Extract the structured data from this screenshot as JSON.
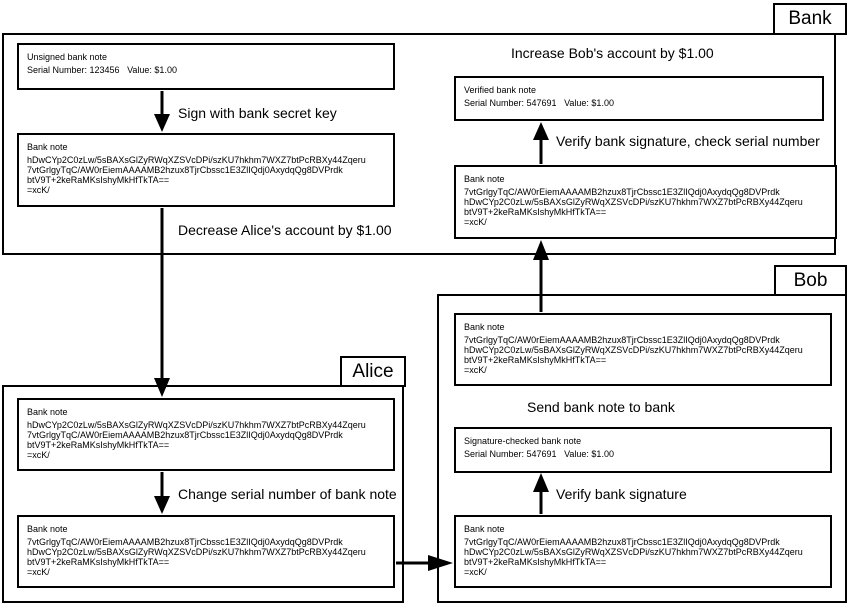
{
  "regions": {
    "bank": "Bank",
    "alice": "Alice",
    "bob": "Bob"
  },
  "notes": {
    "unsigned": {
      "title": "Unsigned bank note",
      "serial_label": "Serial Number: 123456",
      "value_label": "Value: $1.00"
    },
    "bank_signed": {
      "title": "Bank note",
      "lines": [
        "hDwCYp2C0zLw/5sBAXsGlZyRWqXZSVcDPi/szKU7hkhm7WXZ7btPcRBXy44Zqeru",
        "7vtGrlgyTqC/AW0rEiemAAAAMB2hzux8TjrCbssc1E3ZlIQdj0AxydqQg8DVPrdk",
        "btV9T+2keRaMKsIshyMkHfTkTA==",
        "=xcK/"
      ]
    },
    "bank_received": {
      "title": "Bank note",
      "lines": [
        "7vtGrlgyTqC/AW0rEiemAAAAMB2hzux8TjrCbssc1E3ZlIQdj0AxydqQg8DVPrdk",
        "hDwCYp2C0zLw/5sBAXsGlZyRWqXZSVcDPi/szKU7hkhm7WXZ7btPcRBXy44Zqeru",
        "btV9T+2keRaMKsIshyMkHfTkTA==",
        "=xcK/"
      ]
    },
    "verified": {
      "title": "Verified bank note",
      "serial_label": "Serial Number: 547691",
      "value_label": "Value: $1.00"
    },
    "alice_received": {
      "title": "Bank note",
      "lines": [
        "hDwCYp2C0zLw/5sBAXsGlZyRWqXZSVcDPi/szKU7hkhm7WXZ7btPcRBXy44Zqeru",
        "7vtGrlgyTqC/AW0rEiemAAAAMB2hzux8TjrCbssc1E3ZlIQdj0AxydqQg8DVPrdk",
        "btV9T+2keRaMKsIshyMkHfTkTA==",
        "=xcK/"
      ]
    },
    "alice_changed": {
      "title": "Bank note",
      "lines": [
        "7vtGrlgyTqC/AW0rEiemAAAAMB2hzux8TjrCbssc1E3ZlIQdj0AxydqQg8DVPrdk",
        "hDwCYp2C0zLw/5sBAXsGlZyRWqXZSVcDPi/szKU7hkhm7WXZ7btPcRBXy44Zqeru",
        "btV9T+2keRaMKsIshyMkHfTkTA==",
        "=xcK/"
      ]
    },
    "bob_received": {
      "title": "Bank note",
      "lines": [
        "7vtGrlgyTqC/AW0rEiemAAAAMB2hzux8TjrCbssc1E3ZlIQdj0AxydqQg8DVPrdk",
        "hDwCYp2C0zLw/5sBAXsGlZyRWqXZSVcDPi/szKU7hkhm7WXZ7btPcRBXy44Zqeru",
        "btV9T+2keRaMKsIshyMkHfTkTA==",
        "=xcK/"
      ]
    },
    "sig_checked": {
      "title": "Signature-checked bank note",
      "serial_label": "Serial Number: 547691",
      "value_label": "Value: $1.00"
    },
    "bob_forward": {
      "title": "Bank note",
      "lines": [
        "7vtGrlgyTqC/AW0rEiemAAAAMB2hzux8TjrCbssc1E3ZlIQdj0AxydqQg8DVPrdk",
        "hDwCYp2C0zLw/5sBAXsGlZyRWqXZSVcDPi/szKU7hkhm7WXZ7btPcRBXy44Zqeru",
        "btV9T+2keRaMKsIshyMkHfTkTA==",
        "=xcK/"
      ]
    }
  },
  "labels": {
    "sign": "Sign with bank secret key",
    "decrease": "Decrease Alice's account by $1.00",
    "increase": "Increase Bob's account by $1.00",
    "verify_check": "Verify bank signature, check serial number",
    "change_serial": "Change serial number of bank note",
    "send_to_bank": "Send bank note to bank",
    "verify": "Verify bank signature"
  }
}
